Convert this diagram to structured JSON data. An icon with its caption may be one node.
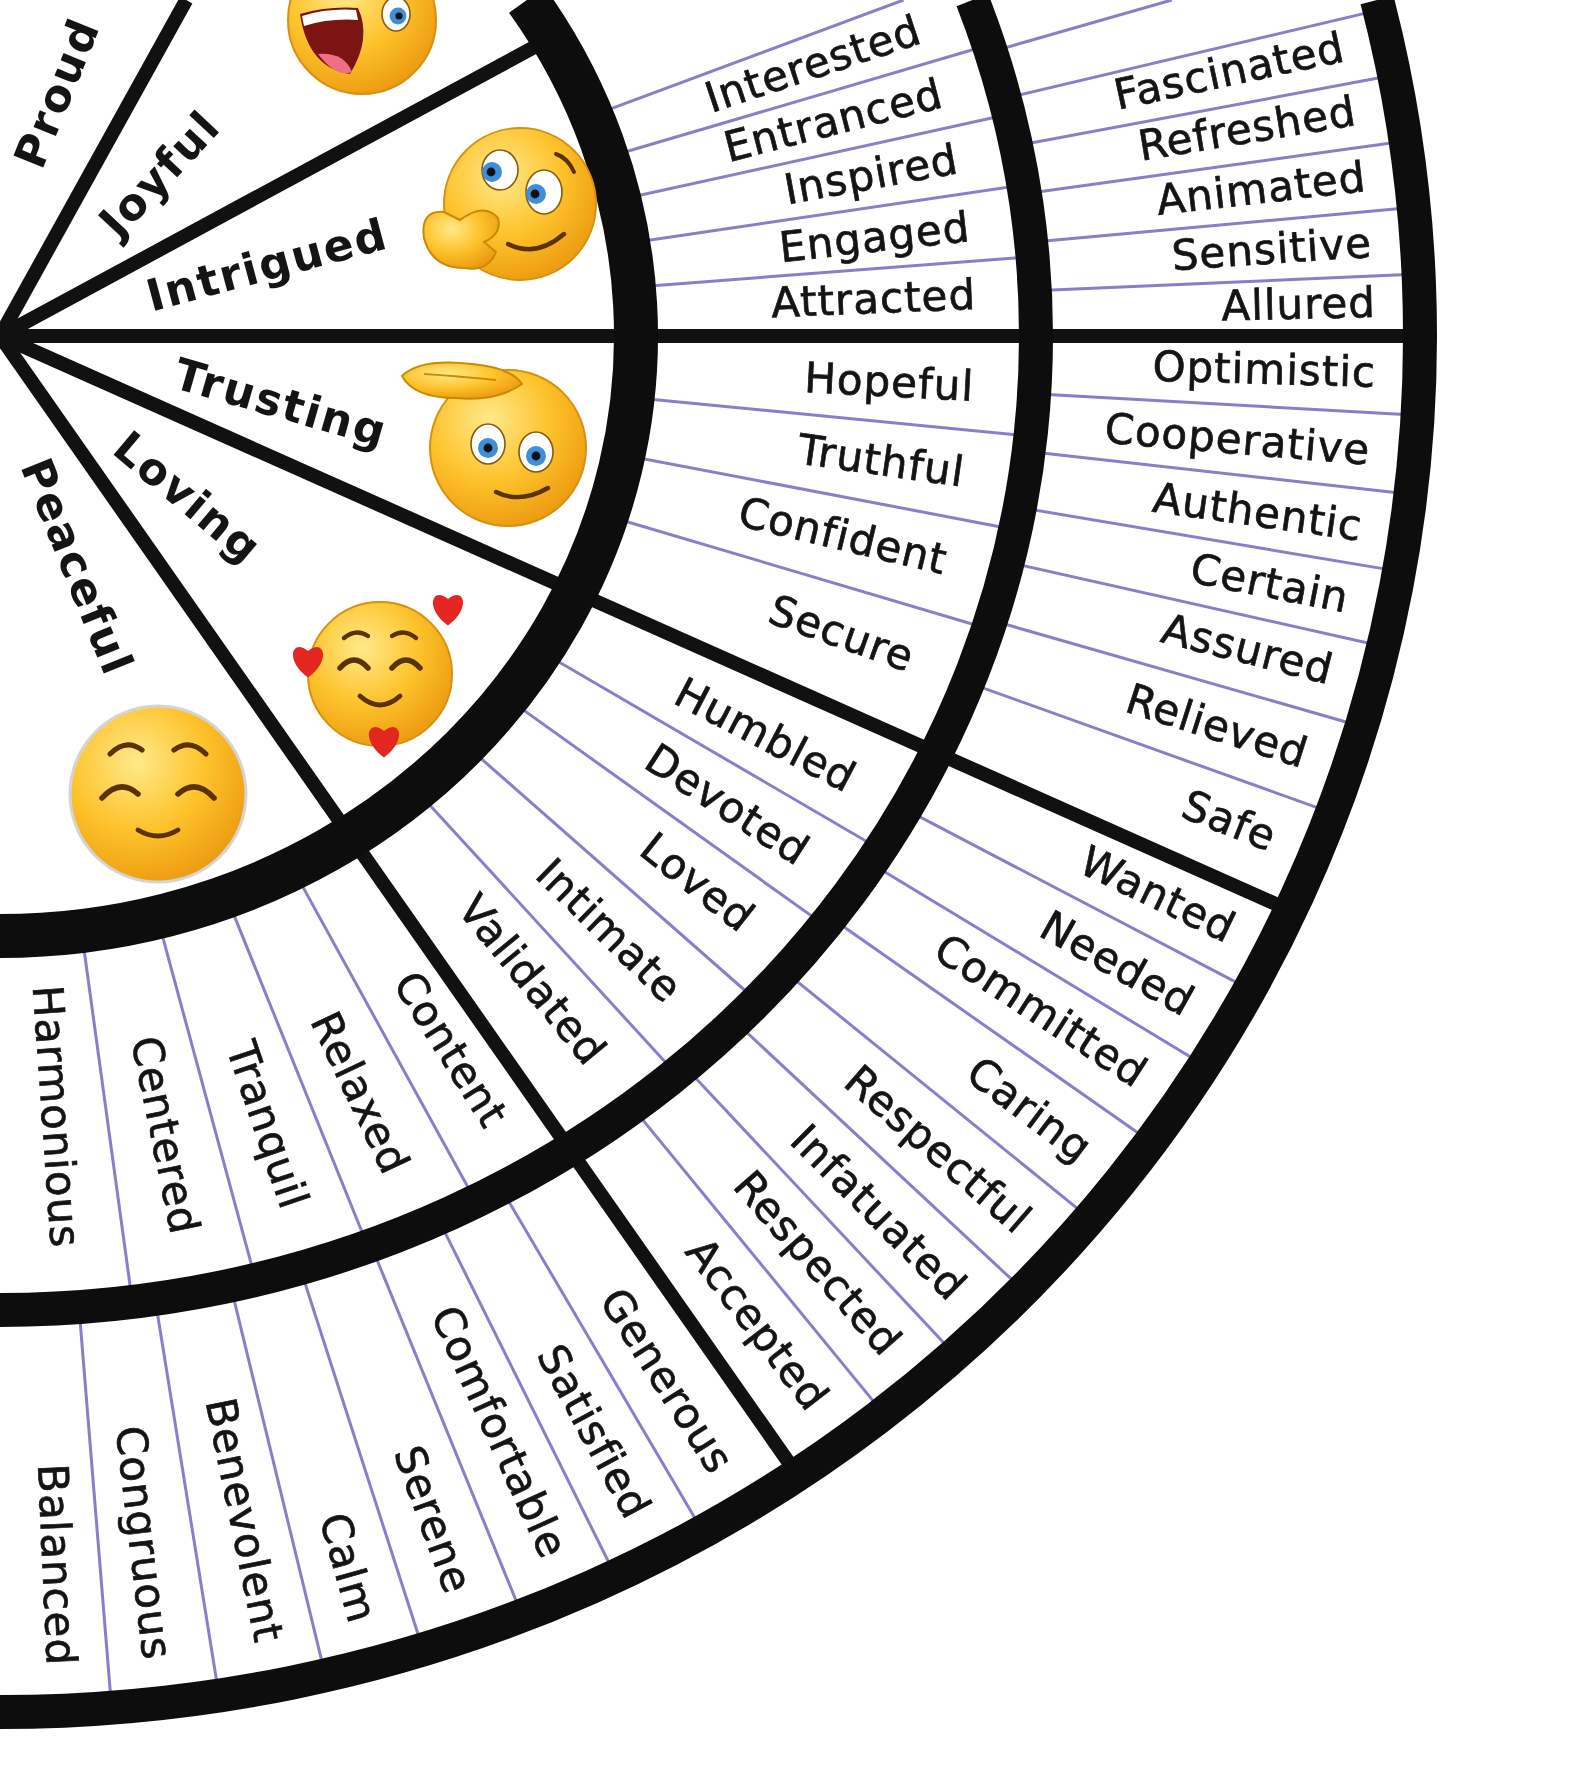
{
  "diagram": {
    "nodes": [
      {
        "text": [
          "Proud"
        ]
      },
      {
        "text": [
          "Joyful"
        ]
      },
      {
        "text": [
          "Intrigued"
        ]
      },
      {
        "text": [
          "Trusting"
        ]
      },
      {
        "text": [
          "Loving"
        ]
      },
      {
        "text": [
          "Peaceful"
        ]
      },
      {
        "text": [
          "Interested"
        ]
      },
      {
        "text": [
          "Entranced"
        ]
      },
      {
        "text": [
          "Inspired"
        ]
      },
      {
        "text": [
          "Engaged"
        ]
      },
      {
        "text": [
          "Attracted"
        ]
      },
      {
        "text": [
          "Hopeful"
        ]
      },
      {
        "text": [
          "Truthful"
        ]
      },
      {
        "text": [
          "Confident"
        ]
      },
      {
        "text": [
          "Secure"
        ]
      },
      {
        "text": [
          "Humbled"
        ]
      },
      {
        "text": [
          "Devoted"
        ]
      },
      {
        "text": [
          "Loved"
        ]
      },
      {
        "text": [
          "Intimate"
        ]
      },
      {
        "text": [
          "Validated"
        ]
      },
      {
        "text": [
          "Content"
        ]
      },
      {
        "text": [
          "Relaxed"
        ]
      },
      {
        "text": [
          "Tranquil"
        ]
      },
      {
        "text": [
          "Centered"
        ]
      },
      {
        "text": [
          "Harmonious"
        ]
      },
      {
        "text": [
          "Fascinated"
        ]
      },
      {
        "text": [
          "Refreshed"
        ]
      },
      {
        "text": [
          "Animated"
        ]
      },
      {
        "text": [
          "Sensitive"
        ]
      },
      {
        "text": [
          "Allured"
        ]
      },
      {
        "text": [
          "Optimistic"
        ]
      },
      {
        "text": [
          "Cooperative"
        ]
      },
      {
        "text": [
          "Authentic"
        ]
      },
      {
        "text": [
          "Certain"
        ]
      },
      {
        "text": [
          "Assured"
        ]
      },
      {
        "text": [
          "Relieved"
        ]
      },
      {
        "text": [
          "Safe"
        ]
      },
      {
        "text": [
          "Wanted"
        ]
      },
      {
        "text": [
          "Needed"
        ]
      },
      {
        "text": [
          "Committed"
        ]
      },
      {
        "text": [
          "Caring"
        ]
      },
      {
        "text": [
          "Respectful"
        ]
      },
      {
        "text": [
          "Infatuated"
        ]
      },
      {
        "text": [
          "Respected"
        ]
      },
      {
        "text": [
          "Accepted"
        ]
      },
      {
        "text": [
          "Generous"
        ]
      },
      {
        "text": [
          "Satisfied"
        ]
      },
      {
        "text": [
          "Comfortable"
        ]
      },
      {
        "text": [
          "Serene"
        ]
      },
      {
        "text": [
          "Calm"
        ]
      },
      {
        "text": [
          "Benevolent"
        ]
      },
      {
        "text": [
          "Congruous"
        ]
      },
      {
        "text": [
          "Balanced"
        ]
      }
    ]
  }
}
